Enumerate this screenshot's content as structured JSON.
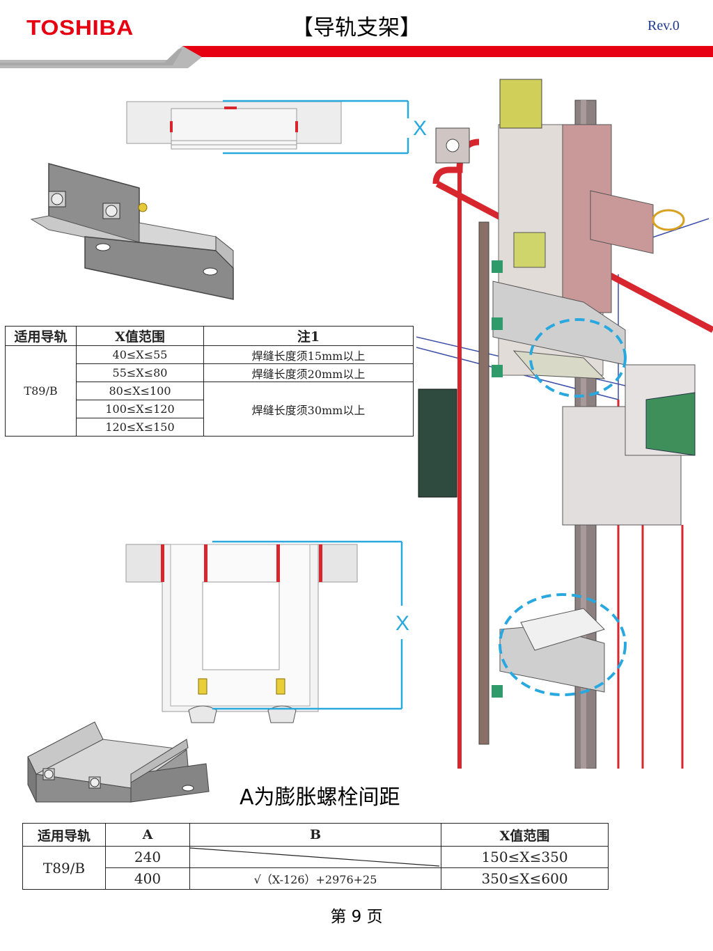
{
  "header": {
    "logo": "TOSHIBA",
    "title": "【导轨支架】",
    "revision": "Rev.0"
  },
  "diagram_labels": {
    "x_top": "X",
    "x_bottom": "X"
  },
  "table1": {
    "headers": [
      "适用导轨",
      "X值范围",
      "注1"
    ],
    "rail": "T89/B",
    "rows": [
      {
        "range": "40≤X≤55",
        "note": "焊缝长度须15mm以上"
      },
      {
        "range": "55≤X≤80",
        "note": "焊缝长度须20mm以上"
      },
      {
        "range": "80≤X≤100",
        "note": "焊缝长度须30mm以上"
      },
      {
        "range": "100≤X≤120",
        "note": ""
      },
      {
        "range": "120≤X≤150",
        "note": ""
      }
    ]
  },
  "caption": "A为膨胀螺栓间距",
  "table2": {
    "headers": [
      "适用导轨",
      "A",
      "B",
      "X值范围"
    ],
    "rail": "T89/B",
    "rows": [
      {
        "a": "240",
        "b": "",
        "range": "150≤X≤350"
      },
      {
        "a": "400",
        "b": "√（X-126）+2976+25",
        "range": "350≤X≤600"
      }
    ]
  },
  "footer": {
    "page": "第 9 页"
  },
  "colors": {
    "brand_red": "#e60012",
    "dim_cyan": "#29a8e0",
    "pipe_red": "#d8262e",
    "header_gray": "#b5b5b5"
  }
}
